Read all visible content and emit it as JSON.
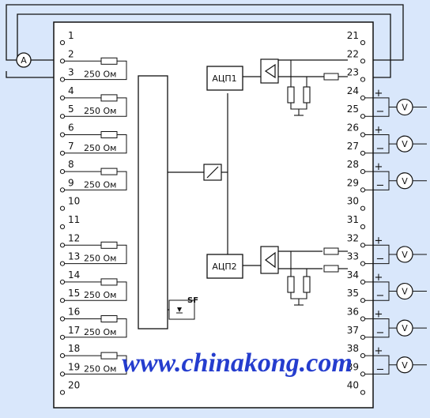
{
  "left_terminals": [
    "1",
    "2",
    "3",
    "4",
    "5",
    "6",
    "7",
    "8",
    "9",
    "10",
    "11",
    "12",
    "13",
    "14",
    "15",
    "16",
    "17",
    "18",
    "19",
    "20"
  ],
  "right_terminals": [
    "21",
    "22",
    "23",
    "24",
    "25",
    "26",
    "27",
    "28",
    "29",
    "30",
    "31",
    "32",
    "33",
    "34",
    "35",
    "36",
    "37",
    "38",
    "39",
    "40"
  ],
  "resistor_label": "250 Ом",
  "adc": {
    "top": "АЦП1",
    "bottom": "АЦП2"
  },
  "switch_label": "SF",
  "polarity": {
    "plus": "+",
    "minus": "−"
  },
  "meter_symbol": "V",
  "ammeter_symbol": "A",
  "watermark": "www.chinakong.com"
}
